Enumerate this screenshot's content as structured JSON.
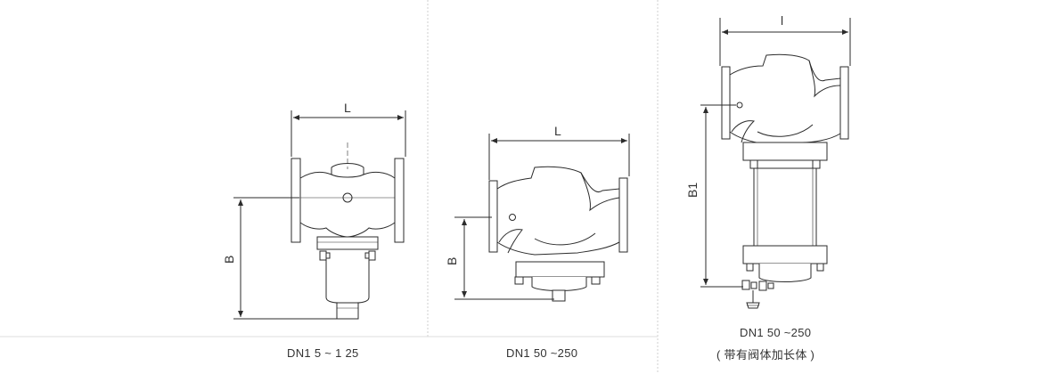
{
  "panels": [
    {
      "id": "panel-1",
      "caption_lines": [
        "DN1 5 ~ 1 25"
      ],
      "dimensions": {
        "width": "L",
        "height": "B"
      }
    },
    {
      "id": "panel-2",
      "caption_lines": [
        "DN1 50 ~250"
      ],
      "dimensions": {
        "width": "L",
        "height": "B"
      }
    },
    {
      "id": "panel-3",
      "caption_lines": [
        "DN1 50 ~250",
        "( 带有阀体加长体 )"
      ],
      "dimensions": {
        "width": "l",
        "height": "B1"
      }
    }
  ],
  "colors": {
    "line": "#2b2b2b",
    "divider": "#cfcfcf",
    "body_fill": "#ffffff"
  }
}
